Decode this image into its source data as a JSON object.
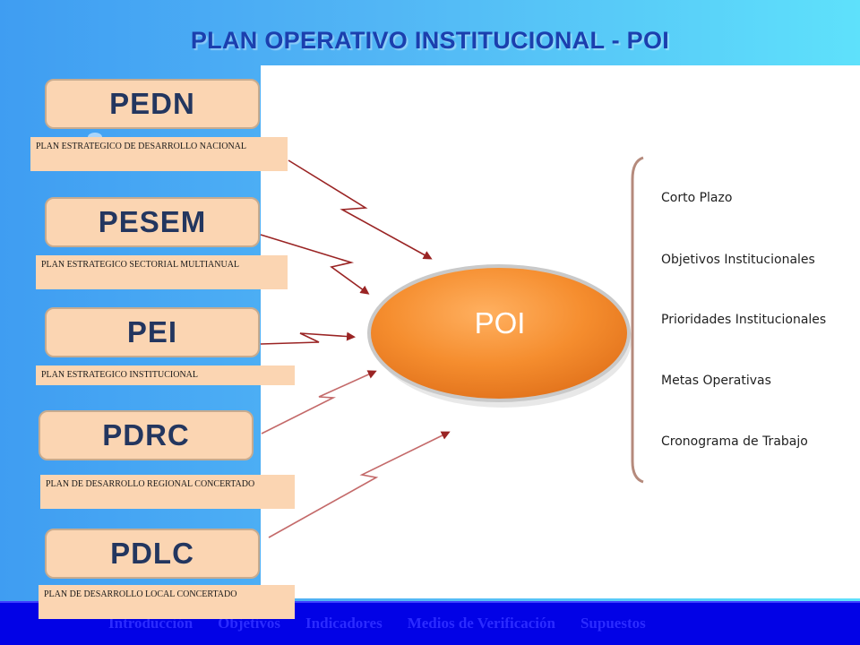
{
  "title": "PLAN OPERATIVO INSTITUCIONAL  - POI",
  "plans": [
    {
      "abbr": "PEDN",
      "desc": "PLAN ESTRATEGICO DE DESARROLLO NACIONAL"
    },
    {
      "abbr": "PESEM",
      "desc": "PLAN ESTRATEGICO SECTORIAL MULTIANUAL"
    },
    {
      "abbr": "PEI",
      "desc": "PLAN ESTRATEGICO INSTITUCIONAL"
    },
    {
      "abbr": "PDRC",
      "desc": "PLAN DE DESARROLLO REGIONAL CONCERTADO"
    },
    {
      "abbr": "PDLC",
      "desc": "PLAN DE DESARROLLO LOCAL CONCERTADO"
    }
  ],
  "center": {
    "label": "POI"
  },
  "items": [
    "Corto Plazo",
    "Objetivos Institucionales",
    "Prioridades Institucionales",
    "Metas Operativas",
    "Cronograma de Trabajo"
  ],
  "nav": [
    "Introducción",
    "Objetivos",
    "Indicadores",
    "Medios de Verificación",
    "Supuestos"
  ],
  "colors": {
    "pill": "#fbd5b2",
    "ellipse": "#f08a2c",
    "arrow": "#9a2424",
    "footer": "#0202e6",
    "title": "#1b3fae"
  }
}
